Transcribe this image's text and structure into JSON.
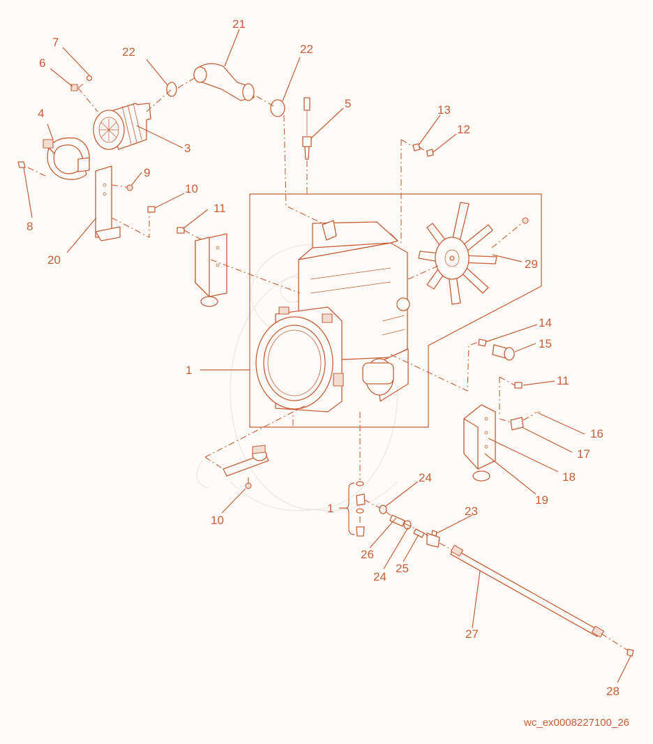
{
  "diagram": {
    "accent_color": "#c65f36",
    "background_color": "#fdfaf8",
    "caption": "wc_ex0008227100_26",
    "callouts": {
      "c1a": "1",
      "c1b": "1",
      "c3": "3",
      "c4": "4",
      "c5": "5",
      "c6": "6",
      "c7": "7",
      "c8": "8",
      "c9": "9",
      "c10a": "10",
      "c10b": "10",
      "c11a": "11",
      "c11b": "11",
      "c12": "12",
      "c13": "13",
      "c14": "14",
      "c15": "15",
      "c16": "16",
      "c17": "17",
      "c18": "18",
      "c19": "19",
      "c20": "20",
      "c21": "21",
      "c22a": "22",
      "c22b": "22",
      "c23": "23",
      "c24a": "24",
      "c24b": "24",
      "c25": "25",
      "c26": "26",
      "c27": "27",
      "c28": "28",
      "c29": "29"
    }
  }
}
